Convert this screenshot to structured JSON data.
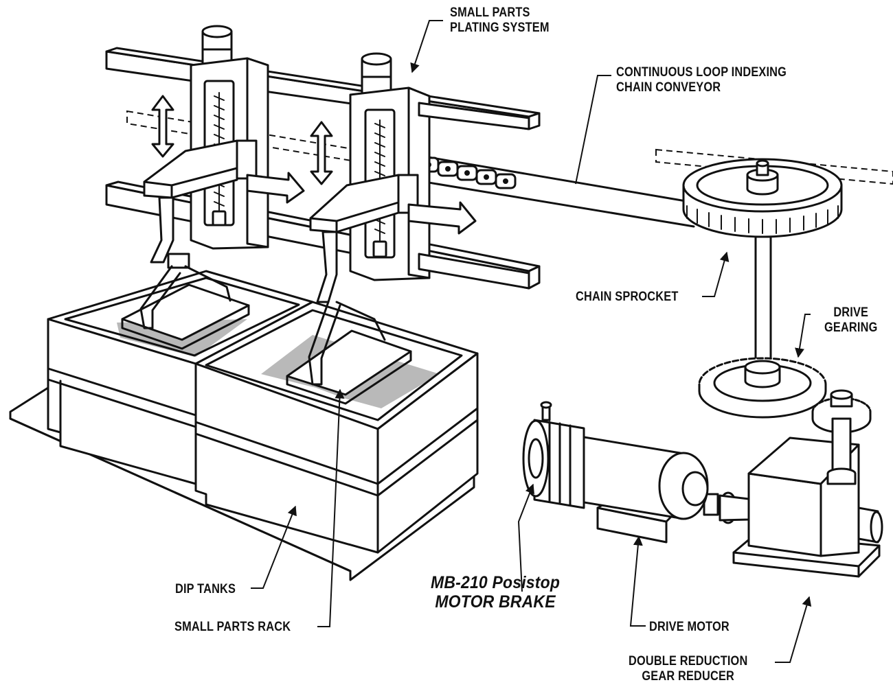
{
  "labels": {
    "plating_system": [
      "SMALL PARTS",
      "PLATING SYSTEM"
    ],
    "conveyor": [
      "CONTINUOUS LOOP INDEXING",
      "CHAIN CONVEYOR"
    ],
    "chain_sprocket": "CHAIN SPROCKET",
    "drive_gearing": [
      "DRIVE",
      "GEARING"
    ],
    "motor_brake": [
      "MB-210 Posistop",
      "MOTOR BRAKE"
    ],
    "dip_tanks": "DIP TANKS",
    "small_parts_rack": "SMALL PARTS RACK",
    "drive_motor": "DRIVE MOTOR",
    "gear_reducer": [
      "DOUBLE REDUCTION",
      "GEAR REDUCER"
    ]
  }
}
